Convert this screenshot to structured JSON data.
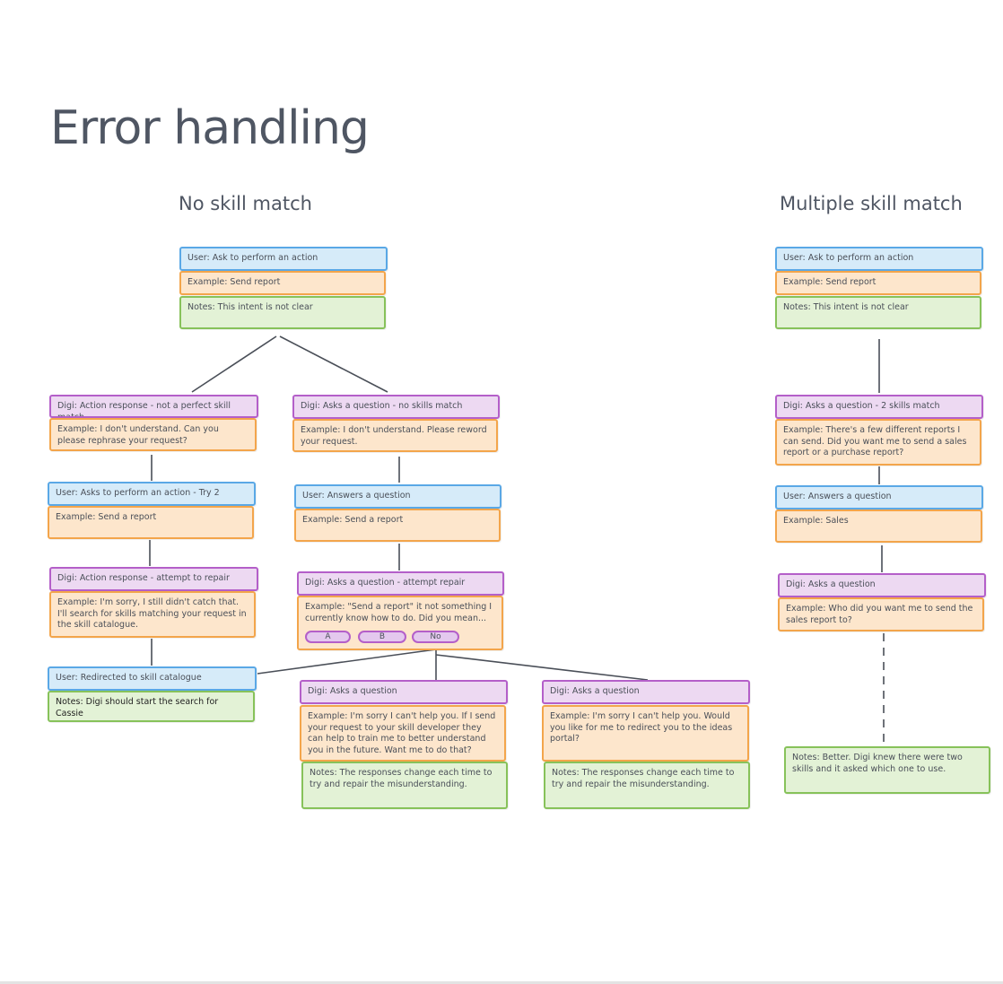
{
  "page": {
    "title": "Error handling"
  },
  "sections": {
    "no_match": "No skill match",
    "multiple_match": "Multiple skill match"
  },
  "colors": {
    "blue": "#d6ebf9",
    "orange": "#fde6cc",
    "green": "#e3f2d6",
    "purple": "#edd9f2"
  },
  "no_match": {
    "user": "User: Ask to perform an action",
    "example": "Example: Send report",
    "notes": "Notes: This intent is not clear",
    "left": {
      "digi_1": "Digi: Action response - not a perfect skill match",
      "example_1": "Example: I don't understand. Can you please rephrase your request?",
      "user_2": "User: Asks to perform an action - Try 2",
      "example_2": "Example: Send a report",
      "digi_2": "Digi: Action response - attempt to repair",
      "example_3": "Example: I'm sorry, I still didn't catch that. I'll search for skills matching your request in the skill catalogue.",
      "user_3": "User: Redirected to skill catalogue",
      "notes": "Notes: Digi should start the search for Cassie"
    },
    "middle": {
      "digi_1": "Digi: Asks a question - no skills match",
      "example_1": "Example: I don't understand. Please reword your request.",
      "user_2": "User: Answers a question",
      "example_2": "Example: Send a report",
      "digi_2": "Digi: Asks a question - attempt repair",
      "example_3": "Example: \"Send a report\" it not something I currently know how to do. Did you mean...",
      "options": [
        "A",
        "B",
        "No"
      ]
    },
    "bottom_a": {
      "digi": "Digi: Asks a question",
      "example": "Example: I'm sorry I can't help you. If I send your request to your skill developer they can help to train me to better understand you in the future. Want me to do that?",
      "notes": "Notes: The responses change each time to try and repair the misunderstanding."
    },
    "bottom_b": {
      "digi": "Digi: Asks a question",
      "example": "Example: I'm sorry I can't help you. Would you like for me to redirect you to the ideas portal?",
      "notes": "Notes: The responses change each time to try and repair the misunderstanding."
    }
  },
  "multiple_match": {
    "user": "User: Ask to perform an action",
    "example": "Example: Send report",
    "notes": "Notes: This intent is not clear",
    "digi_1": "Digi: Asks a question - 2 skills match",
    "example_1": "Example: There's a few different reports I can send. Did you want me to send a sales report or a purchase report?",
    "user_2": "User: Answers a question",
    "example_2": "Example: Sales",
    "digi_2": "Digi: Asks a question",
    "example_3": "Example: Who did you want me to send the sales report to?",
    "final_notes": "Notes: Better. Digi knew there were two skills and it asked which one to use."
  }
}
